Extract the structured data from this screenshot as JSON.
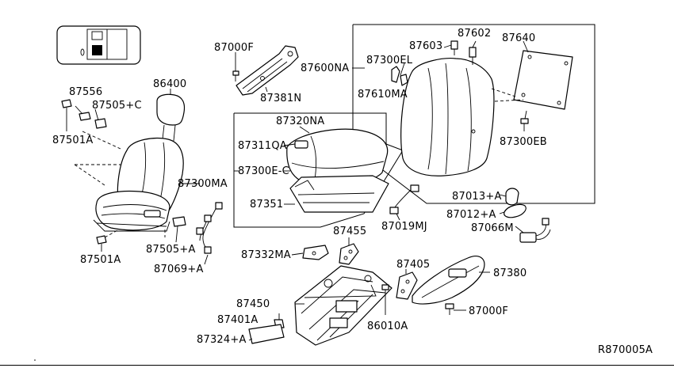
{
  "labels": {
    "p87000f_top": "87000F",
    "p87381n": "87381N",
    "p87600na": "87600NA",
    "p87603": "87603",
    "p87602": "87602",
    "p87640": "87640",
    "p87300el": "87300EL",
    "p87610ma": "87610MA",
    "p87300eb": "87300EB",
    "p87556": "87556",
    "p87505c": "87505+C",
    "p86400": "86400",
    "p87501a_top": "87501A",
    "p87320na": "87320NA",
    "p87311qa": "87311QA",
    "p87300ec": "87300E-C",
    "p87300ma": "87300MA",
    "p87351": "87351",
    "p87019mj": "87019MJ",
    "p87013a": "87013+A",
    "p87012a": "87012+A",
    "p87066m": "87066M",
    "p87501a_bottom": "87501A",
    "p87505a": "87505+A",
    "p87069a": "87069+A",
    "p87455": "87455",
    "p87332ma": "87332MA",
    "p87405": "87405",
    "p87380": "87380",
    "p87000f_bottom": "87000F",
    "p87450": "87450",
    "p87401a": "87401A",
    "p86010a": "86010A",
    "p87324a": "87324+A"
  },
  "reference_code": "R870005A",
  "colors": {
    "ink": "#000000",
    "paper": "#ffffff"
  }
}
